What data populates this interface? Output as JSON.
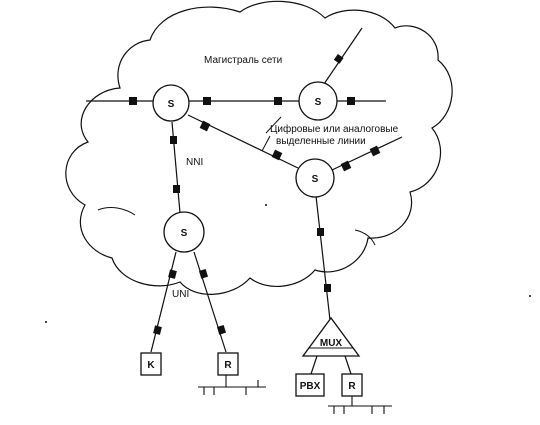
{
  "colors": {
    "ink": "#111111",
    "background": "#ffffff"
  },
  "labels": {
    "backbone": "Магистраль сети",
    "leased_lines_1": "Цифровые или аналоговые",
    "leased_lines_2": "выделенные линии",
    "nni": "NNI",
    "uni": "UNI"
  },
  "nodes": {
    "switch": "S",
    "mux": "MUX",
    "pbx": "PBX",
    "k": "K",
    "r": "R"
  }
}
